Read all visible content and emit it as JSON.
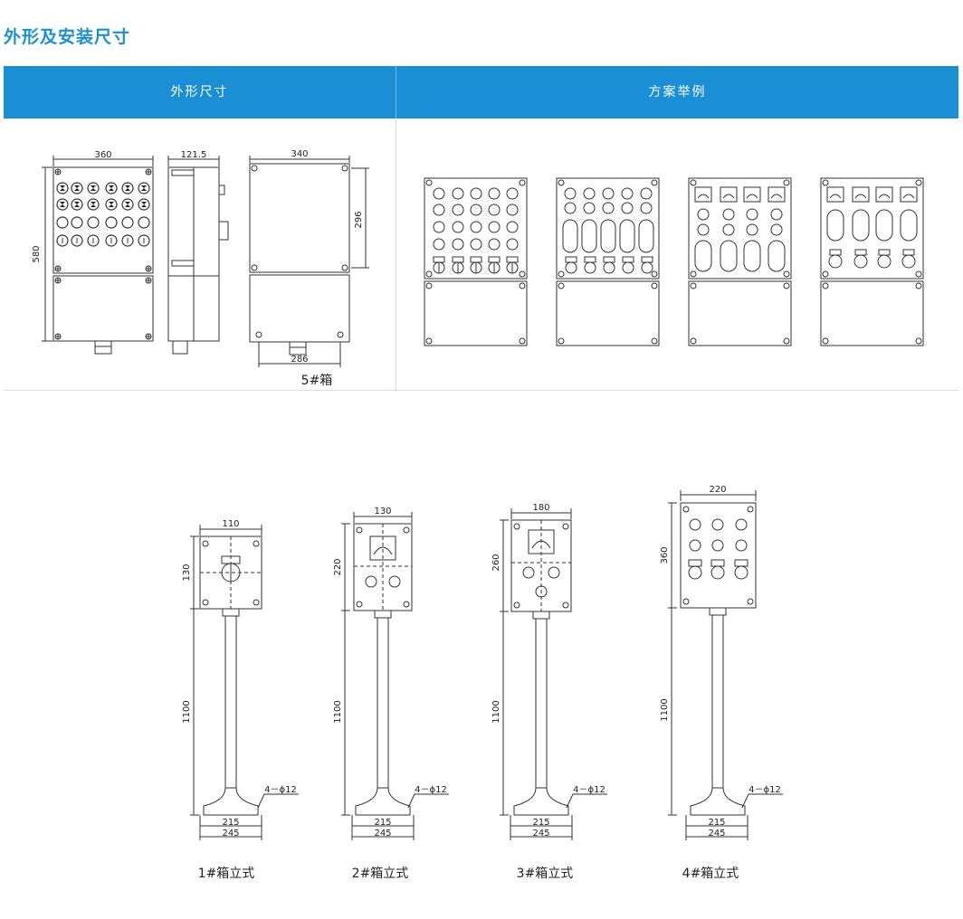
{
  "title": "外形及安装尺寸",
  "header": {
    "col1": "外形尺寸",
    "col2": "方案举例"
  },
  "box5": {
    "caption": "5#箱",
    "dims": {
      "front_width": "360",
      "side_depth": "121.5",
      "back_width": "340",
      "height": "580",
      "upper_height": "296",
      "mount_width": "286"
    }
  },
  "stands": [
    {
      "caption": "1#箱立式",
      "box_width": "110",
      "box_height": "130",
      "post": "1100",
      "holes": "4－ϕ12",
      "base_inner": "215",
      "base_outer": "245"
    },
    {
      "caption": "2#箱立式",
      "box_width": "130",
      "box_height": "220",
      "post": "1100",
      "holes": "4－ϕ12",
      "base_inner": "215",
      "base_outer": "245"
    },
    {
      "caption": "3#箱立式",
      "box_width": "180",
      "box_height": "260",
      "post": "1100",
      "holes": "4－ϕ12",
      "base_inner": "215",
      "base_outer": "245"
    },
    {
      "caption": "4#箱立式",
      "box_width": "220",
      "box_height": "360",
      "post": "1100",
      "holes": "4－ϕ12",
      "base_inner": "215",
      "base_outer": "245"
    }
  ]
}
